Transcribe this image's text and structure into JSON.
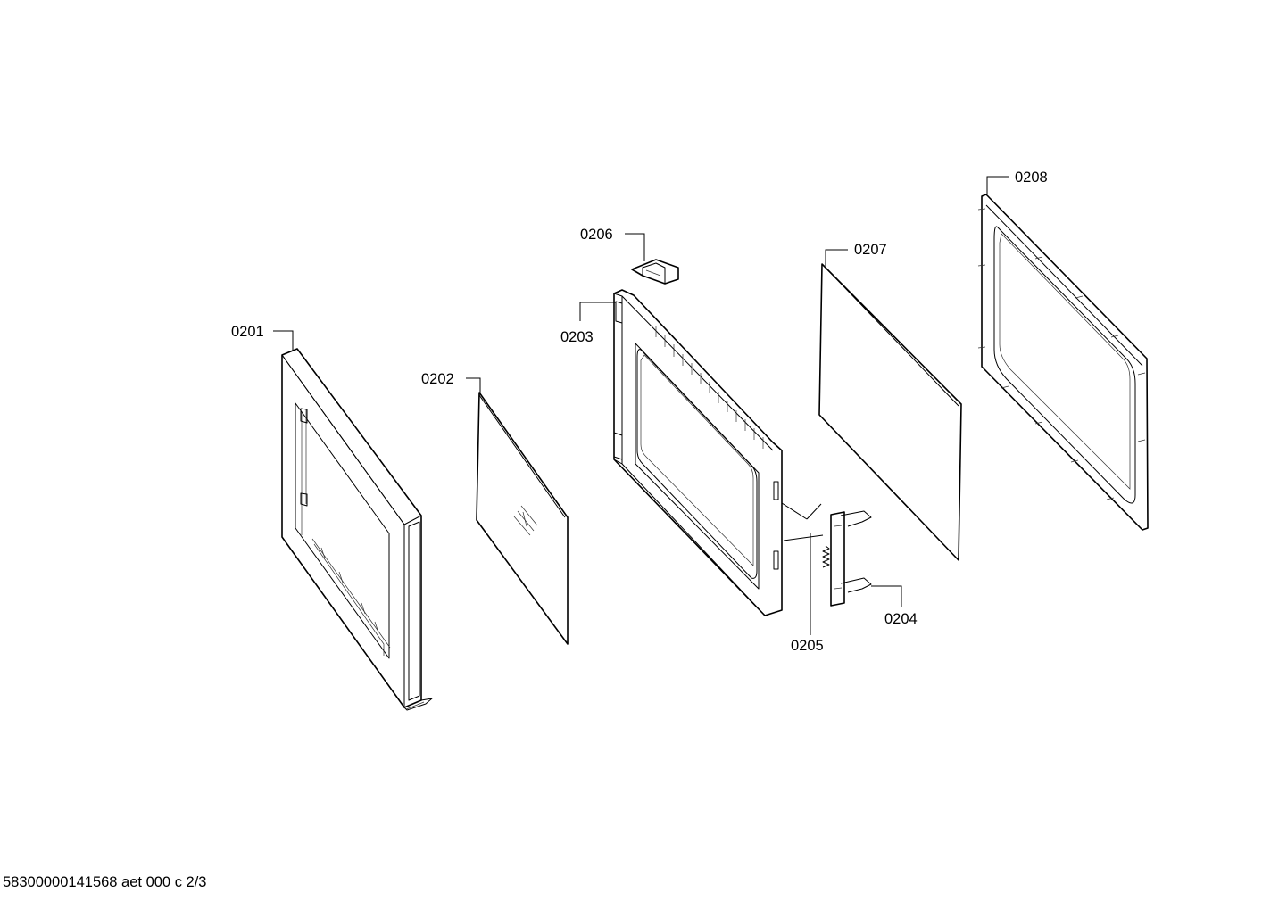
{
  "diagram": {
    "callouts": {
      "c0201": "0201",
      "c0202": "0202",
      "c0203": "0203",
      "c0204": "0204",
      "c0205": "0205",
      "c0206": "0206",
      "c0207": "0207",
      "c0208": "0208"
    },
    "parts": [
      "outer-door-frame",
      "front-glass-panel",
      "inner-door-frame",
      "latch-hook",
      "latch-spring",
      "hinge-bracket",
      "inner-glass-panel",
      "door-seal-frame"
    ]
  },
  "footer": {
    "code": "58300000141568 aet 000 c 2/3"
  }
}
